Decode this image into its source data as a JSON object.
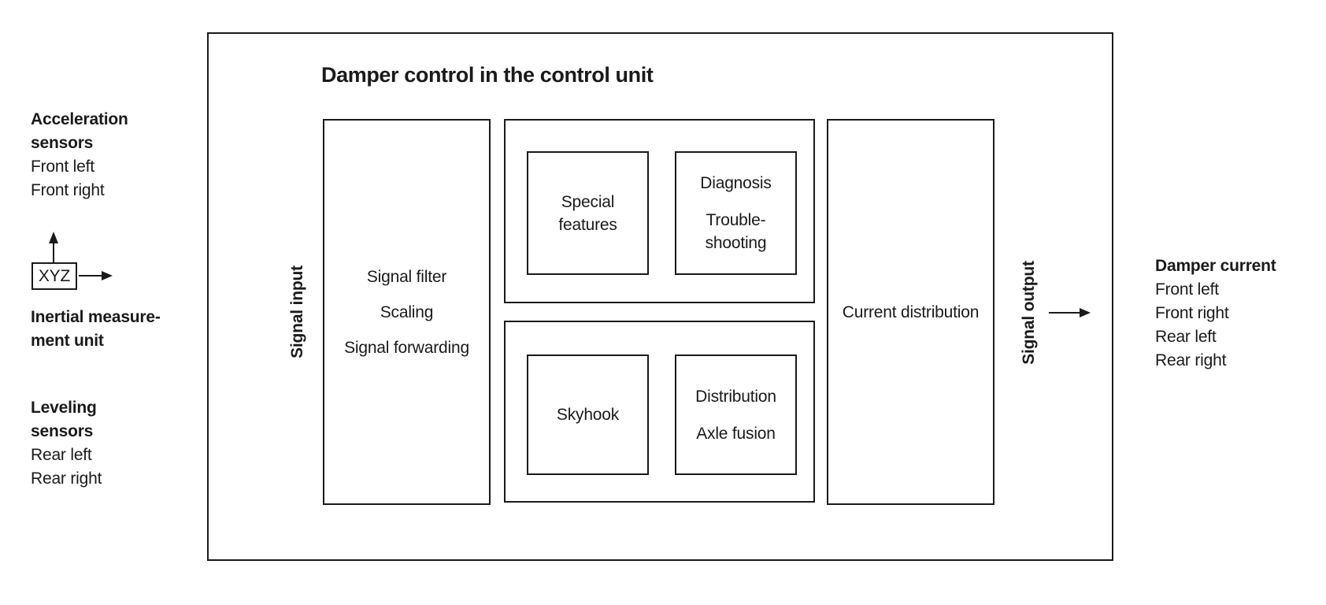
{
  "title": "Damper control in the control unit",
  "sensors": {
    "acceleration": {
      "heading": [
        "Acceleration",
        "sensors"
      ],
      "items": [
        "Front left",
        "Front right"
      ]
    },
    "imu": {
      "axes_label": "XYZ",
      "heading": [
        "Inertial measure-",
        "ment unit"
      ]
    },
    "leveling": {
      "heading": [
        "Leveling",
        "sensors"
      ],
      "items": [
        "Rear left",
        "Rear right"
      ]
    }
  },
  "flow": {
    "input_label": "Signal input",
    "output_label": "Signal output"
  },
  "control_unit": {
    "signal_processing": {
      "items": [
        "Signal filter",
        "Scaling",
        "Signal forwarding"
      ]
    },
    "features_group": {
      "special": "Special\nfeatures",
      "diagnosis": {
        "items": [
          "Diagnosis",
          "Trouble-\nshooting"
        ]
      }
    },
    "control_group": {
      "skyhook": "Skyhook",
      "distribution": {
        "items": [
          "Distribution",
          "Axle fusion"
        ]
      }
    },
    "current_distribution": "Current distribution"
  },
  "output": {
    "heading": "Damper current",
    "items": [
      "Front left",
      "Front right",
      "Rear left",
      "Rear right"
    ]
  },
  "colors": {
    "line": "#1a1a1a",
    "background": "#ffffff"
  }
}
